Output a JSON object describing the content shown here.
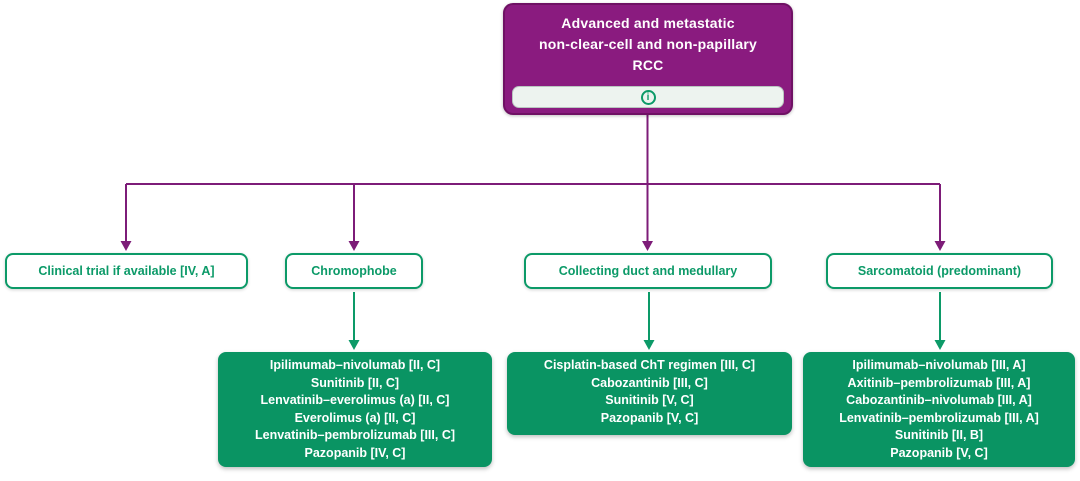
{
  "root": {
    "title_lines": [
      "Advanced and metastatic",
      "non-clear-cell and non-papillary",
      "RCC"
    ],
    "info_glyph": "i"
  },
  "branches": [
    {
      "label": "Clinical trial if available [IV, A]",
      "treatments": []
    },
    {
      "label": "Chromophobe",
      "treatments": [
        "Ipilimumab–nivolumab [II, C]",
        "Sunitinib [II, C]",
        "Lenvatinib–everolimus (a) [II, C]",
        "Everolimus (a) [II, C]",
        "Lenvatinib–pembrolizumab [III, C]",
        "Pazopanib [IV, C]"
      ]
    },
    {
      "label": "Collecting duct and medullary",
      "treatments": [
        "Cisplatin-based ChT regimen [III, C]",
        "Cabozantinib [III, C]",
        "Sunitinib [V, C]",
        "Pazopanib [V, C]"
      ]
    },
    {
      "label": "Sarcomatoid (predominant)",
      "treatments": [
        "Ipilimumab–nivolumab [III, A]",
        "Axitinib–pembrolizumab [III, A]",
        "Cabozantinib–nivolumab [III, A]",
        "Lenvatinib–pembrolizumab [III, A]",
        "Sunitinib [II, B]",
        "Pazopanib [V, C]"
      ]
    }
  ],
  "colors": {
    "purple_fill": "#8A1B7F",
    "purple_line": "#7D1C78",
    "green_accent": "#0C9A68",
    "green_fill": "#0A9463",
    "info_strip_bg": "#EDF3EF"
  }
}
